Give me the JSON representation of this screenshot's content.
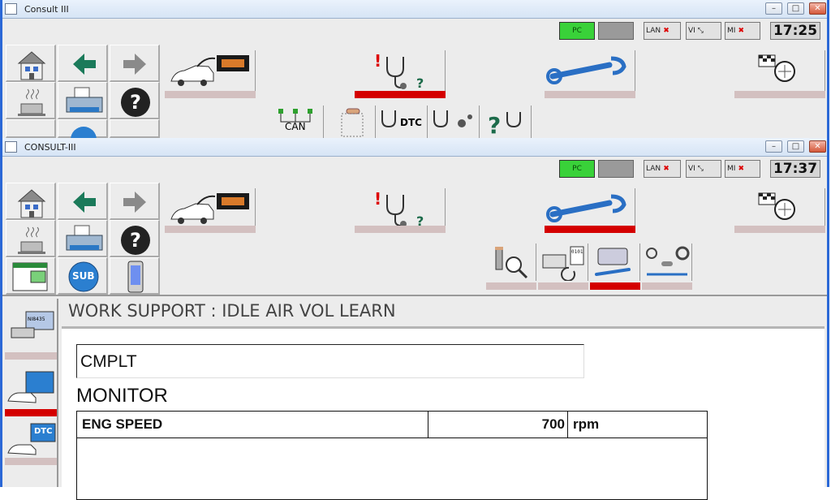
{
  "window1": {
    "title": "Consult III"
  },
  "window2": {
    "title": "CONSULT-III"
  },
  "window_buttons": {
    "minimize": "–",
    "maximize": "□",
    "close": "✕"
  },
  "status": {
    "pc": "PC",
    "lan": "LAN",
    "vi": "VI",
    "mi": "MI",
    "time1": "17:25",
    "time2": "17:37"
  },
  "sub_toolbar1": {
    "can": "CAN",
    "dtc": "DTC"
  },
  "side": {
    "dtc": "DTC",
    "sub": "SUB",
    "ecu_label": "NI8435"
  },
  "header": {
    "title": "WORK SUPPORT : IDLE AIR VOL LEARN"
  },
  "status_value": "CMPLT",
  "monitor": {
    "label": "MONITOR",
    "rows": [
      {
        "item": "ENG SPEED",
        "value": "700",
        "unit": "rpm"
      }
    ]
  },
  "colors": {
    "active_bar": "#d40000",
    "inactive_bar": "#d3c0c0",
    "pc_green": "#39d139"
  },
  "icons": {
    "home": "home-icon",
    "back": "back-arrow-icon",
    "forward": "forward-arrow-icon",
    "coffee": "coffee-icon",
    "printer": "printer-icon",
    "help": "help-icon",
    "diagnosis": "stethoscope-icon",
    "work_support": "wrench-icon",
    "racing": "checkered-flag-icon"
  }
}
